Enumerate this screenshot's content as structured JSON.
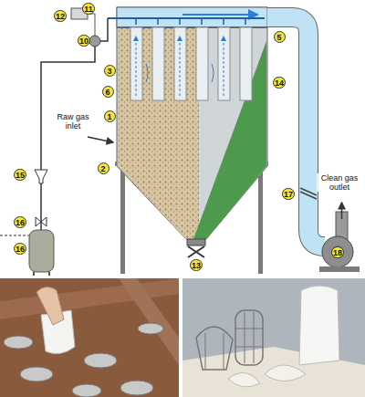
{
  "diagram": {
    "labels": [
      "11",
      "12",
      "10",
      "3",
      "5",
      "6",
      "14",
      "1",
      "Raw gas inlet",
      "2",
      "15",
      "16",
      "Clean gas outlet",
      "16",
      "17",
      "13",
      "18"
    ]
  }
}
